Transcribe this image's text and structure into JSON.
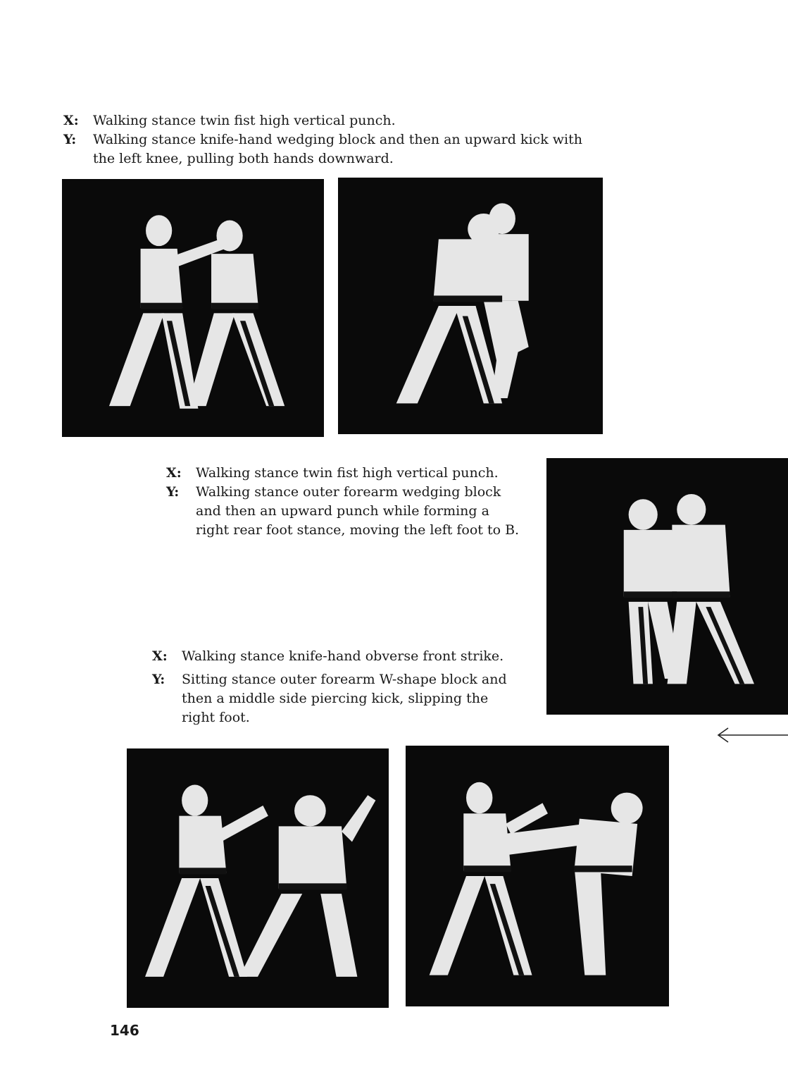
{
  "captions": [
    {
      "id": "caption-1",
      "lines": [
        {
          "label": "X:",
          "text": "Walking stance twin fist high vertical punch."
        },
        {
          "label": "Y:",
          "text": "Walking stance knife-hand wedging block and then an upward kick with the left knee, pulling both hands downward."
        }
      ]
    },
    {
      "id": "caption-2",
      "lines": [
        {
          "label": "X:",
          "text": "Walking stance twin fist high vertical punch."
        },
        {
          "label": "Y:",
          "text": "Walking stance outer forearm wedging block and then an upward punch while forming a right rear foot stance, moving the left foot to B."
        }
      ]
    },
    {
      "id": "caption-3",
      "lines": [
        {
          "label": "X:",
          "text": "Walking stance knife-hand obverse front strike."
        },
        {
          "label": "Y:",
          "text": "Sitting stance outer forearm W-shape block and then a middle side piercing kick, slipping the right foot."
        }
      ]
    }
  ],
  "photos": [
    {
      "id": "photo-1",
      "icon": "martial-arts-photo-icon"
    },
    {
      "id": "photo-2",
      "icon": "martial-arts-photo-icon"
    },
    {
      "id": "photo-3",
      "icon": "martial-arts-photo-icon"
    },
    {
      "id": "photo-4",
      "icon": "martial-arts-photo-icon"
    },
    {
      "id": "photo-5",
      "icon": "martial-arts-photo-icon"
    }
  ],
  "page_number": "146",
  "colors": {
    "photo_background": "#0a0a0a",
    "uniform": "#eaeaea",
    "belt": "#111111"
  },
  "icons": {
    "direction_arrow": "left-arrow-icon"
  }
}
